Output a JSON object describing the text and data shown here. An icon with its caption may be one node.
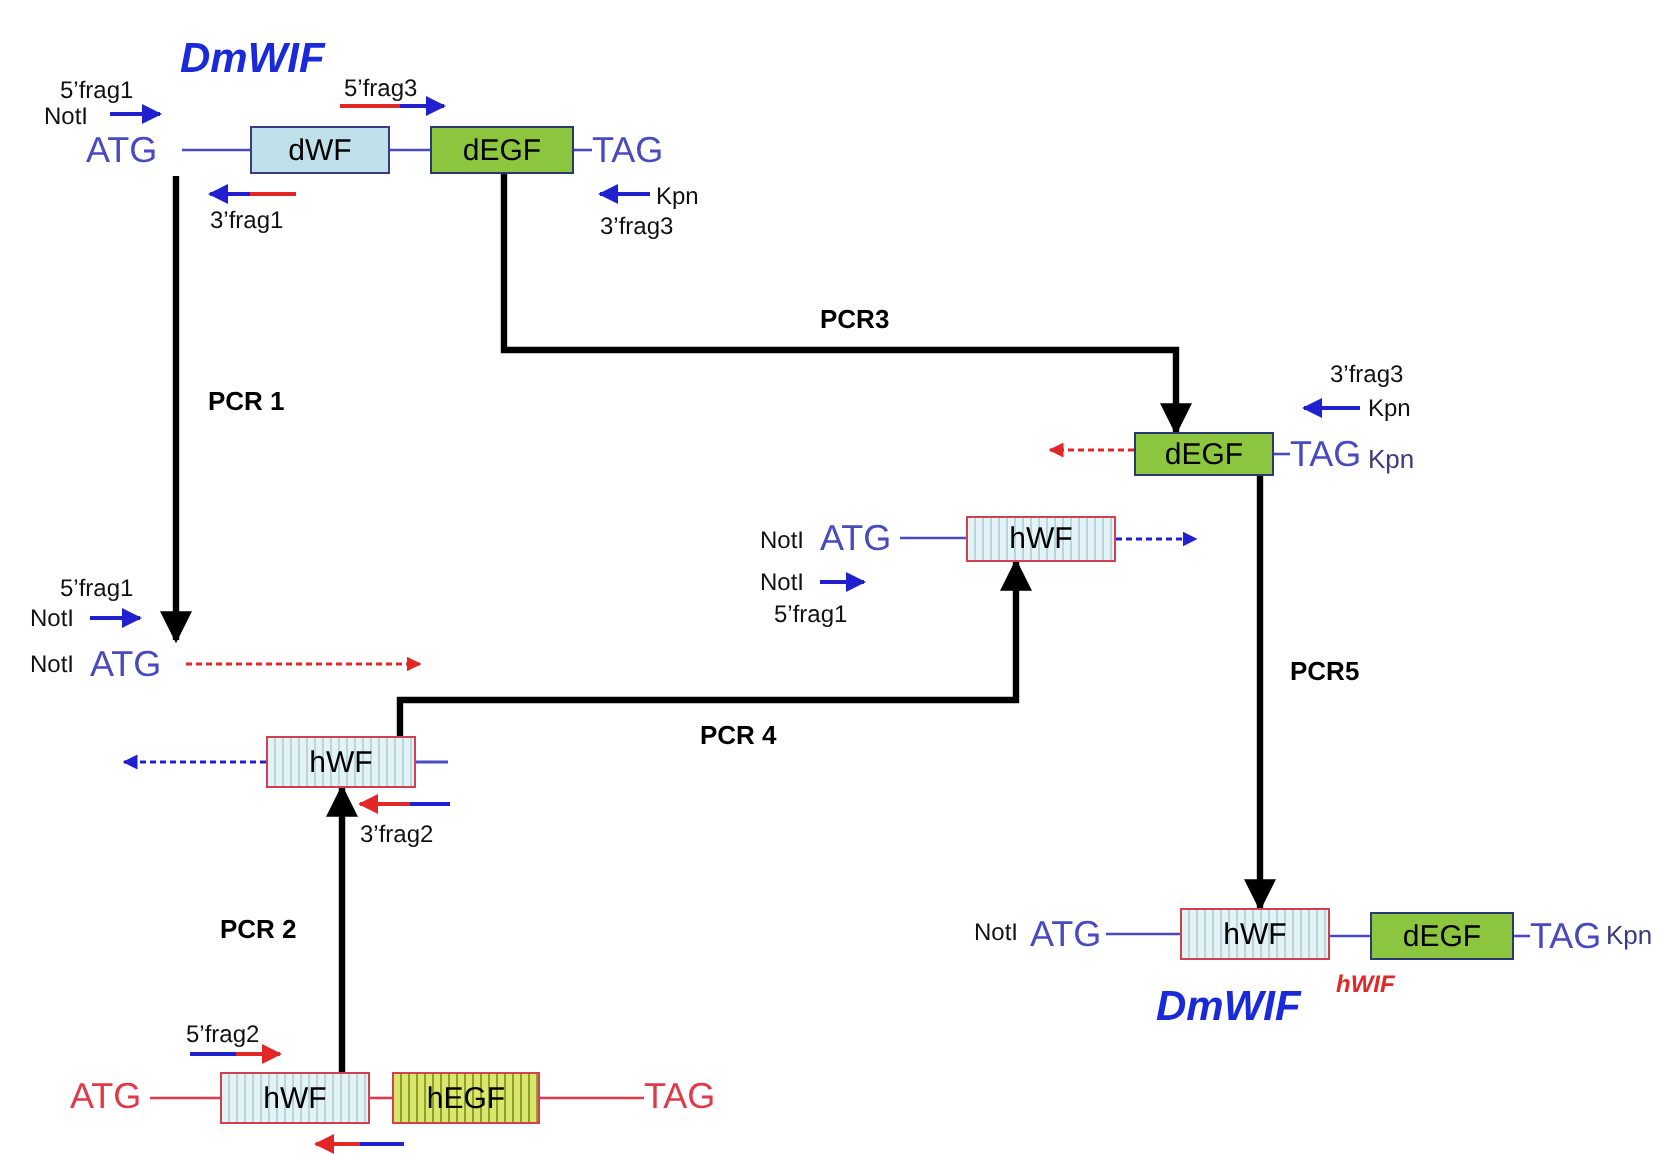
{
  "diagram": {
    "nodes": [
      {
        "text": [
          "ATG"
        ]
      },
      {
        "text": [
          "dWF"
        ]
      },
      {
        "text": [
          "dEGF"
        ]
      },
      {
        "text": [
          "TAG"
        ]
      },
      {
        "text": [
          "dEGF"
        ]
      },
      {
        "text": [
          "TAG"
        ]
      },
      {
        "text": [
          "ATG"
        ]
      },
      {
        "text": [
          "hWF"
        ]
      },
      {
        "text": [
          "ATG"
        ]
      },
      {
        "text": [
          "hWF"
        ]
      },
      {
        "text": [
          "ATG"
        ]
      },
      {
        "text": [
          "hWF"
        ]
      },
      {
        "text": [
          "hEGF"
        ]
      },
      {
        "text": [
          "TAG"
        ]
      },
      {
        "text": [
          "ATG"
        ]
      },
      {
        "text": [
          "hWF"
        ]
      },
      {
        "text": [
          "dEGF"
        ]
      },
      {
        "text": [
          "TAG"
        ]
      }
    ],
    "edges": [
      {
        "from": 0,
        "to": 1,
        "arrow": "none"
      },
      {
        "from": 1,
        "to": 2,
        "arrow": "none"
      },
      {
        "from": 2,
        "to": 3,
        "arrow": "none"
      },
      {
        "from": 0,
        "to": 8,
        "arrow": "to",
        "label": "PCR 1",
        "color": "#000000",
        "style": "thick"
      },
      {
        "from": 2,
        "to": 4,
        "arrow": "to",
        "label": "PCR3",
        "color": "#000000",
        "style": "thick"
      },
      {
        "from": 4,
        "to": 5,
        "arrow": "none"
      },
      {
        "from": 4,
        "to": null,
        "arrow": "to",
        "style": "dashed",
        "color": "#e02828"
      },
      {
        "from": 6,
        "to": 7,
        "arrow": "none"
      },
      {
        "from": 7,
        "to": null,
        "arrow": "to",
        "style": "dashed",
        "color": "#2020d0"
      },
      {
        "from": 8,
        "to": null,
        "arrow": "to",
        "style": "dashed",
        "color": "#e02828"
      },
      {
        "from": 9,
        "to": null,
        "arrow": "to",
        "style": "dashed",
        "color": "#2020d0"
      },
      {
        "from": 9,
        "to": 7,
        "arrow": "to",
        "label": "PCR 4",
        "color": "#000000",
        "style": "thick"
      },
      {
        "from": 11,
        "to": 9,
        "arrow": "to",
        "label": "PCR 2",
        "color": "#000000",
        "style": "thick"
      },
      {
        "from": 10,
        "to": 11,
        "arrow": "none",
        "color": "#e03a4a"
      },
      {
        "from": 11,
        "to": 12,
        "arrow": "none",
        "color": "#e03a4a"
      },
      {
        "from": 12,
        "to": 13,
        "arrow": "none",
        "color": "#e03a4a"
      },
      {
        "from": 4,
        "to": 15,
        "arrow": "to",
        "label": "PCR5",
        "color": "#000000",
        "style": "thick"
      },
      {
        "from": 14,
        "to": 15,
        "arrow": "none"
      },
      {
        "from": 15,
        "to": 16,
        "arrow": "none"
      },
      {
        "from": 16,
        "to": 17,
        "arrow": "none"
      }
    ],
    "labels": [
      "DmWIF",
      "5’frag1",
      "NotI",
      "5’frag3",
      "3’frag1",
      "Kpn",
      "3’frag3",
      "3’frag3",
      "Kpn",
      "Kpn",
      "NotI",
      "NotI",
      "5’frag1",
      "5’frag1",
      "NotI",
      "NotI",
      "3’frag2",
      "NotI",
      "Kpn",
      "DmWIF",
      "hWIF",
      "5’frag2"
    ]
  }
}
